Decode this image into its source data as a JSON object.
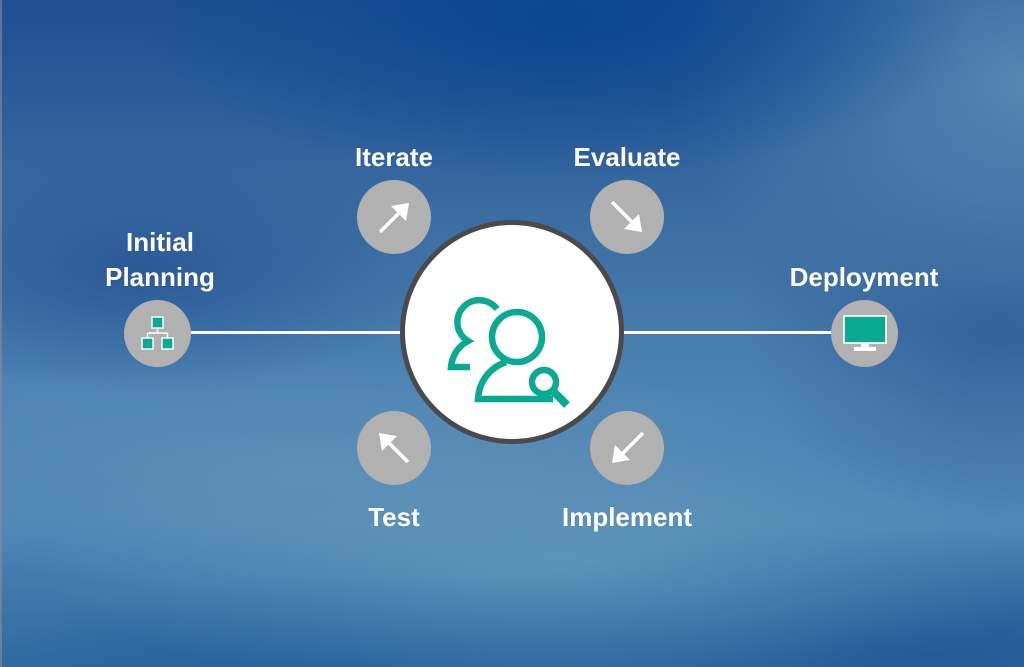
{
  "diagram": {
    "title": "",
    "center": {
      "icon": "users-search-icon",
      "icon_color": "#0aaa92",
      "border_color": "#4a4a4c",
      "fill_color": "#ffffff"
    },
    "nodes": [
      {
        "id": "initial-planning",
        "label_line1": "Initial",
        "label_line2": "Planning",
        "icon": "org-chart-icon"
      },
      {
        "id": "iterate",
        "label": "Iterate",
        "icon": "arrow-up-right-icon"
      },
      {
        "id": "evaluate",
        "label": "Evaluate",
        "icon": "arrow-down-right-icon"
      },
      {
        "id": "deployment",
        "label": "Deployment",
        "icon": "monitor-icon"
      },
      {
        "id": "test",
        "label": "Test",
        "icon": "arrow-up-left-icon"
      },
      {
        "id": "implement",
        "label": "Implement",
        "icon": "arrow-down-left-icon"
      }
    ],
    "edges": [
      {
        "from": "initial-planning",
        "to": "center"
      },
      {
        "from": "center",
        "to": "deployment"
      }
    ],
    "colors": {
      "node_fill": "#b1b1b1",
      "accent_teal": "#0aaa92",
      "connector": "#ffffff",
      "label_text": "#ffffff",
      "background_top": "#0c468f",
      "background_mid": "#4f86b4"
    }
  }
}
